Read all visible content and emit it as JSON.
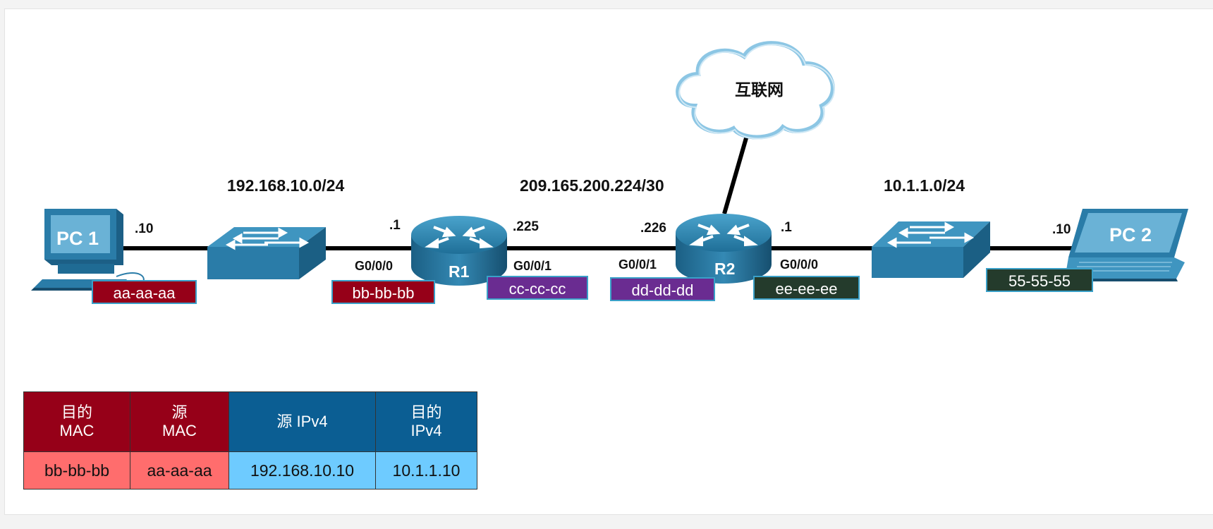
{
  "networks": {
    "lan1": "192.168.10.0/24",
    "wan": "209.165.200.224/30",
    "lan2": "10.1.1.0/24"
  },
  "cloud": {
    "label": "互联网"
  },
  "devices": {
    "pc1": "PC 1",
    "pc2": "PC 2",
    "r1": "R1",
    "r2": "R2"
  },
  "hosts": {
    "pc1_ip": ".10",
    "r1_lan_ip": ".1",
    "r1_wan_ip": ".225",
    "r2_wan_ip": ".226",
    "r2_lan_ip": ".1",
    "pc2_ip": ".10"
  },
  "interfaces": {
    "r1_lan": "G0/0/0",
    "r1_wan": "G0/0/1",
    "r2_wan": "G0/0/1",
    "r2_lan": "G0/0/0"
  },
  "macs": {
    "pc1": "aa-aa-aa",
    "r1_lan": "bb-bb-bb",
    "r1_wan": "cc-cc-cc",
    "r2_wan": "dd-dd-dd",
    "r2_lan": "ee-ee-ee",
    "pc2": "55-55-55"
  },
  "frame_table": {
    "headers": [
      "目的\nMAC",
      "源\nMAC",
      "源 IPv4",
      "目的\nIPv4"
    ],
    "row": [
      "bb-bb-bb",
      "aa-aa-aa",
      "192.168.10.10",
      "10.1.1.10"
    ]
  },
  "colors": {
    "mac_red": "#960018",
    "mac_purple": "#6a2c91",
    "mac_dark": "#243b2c",
    "table_red_header": "#960018",
    "table_blue_header": "#0b5e93",
    "table_red_cell": "#ff6d6d",
    "table_blue_cell": "#6ecbff",
    "device_blue": "#2a7ca8"
  }
}
